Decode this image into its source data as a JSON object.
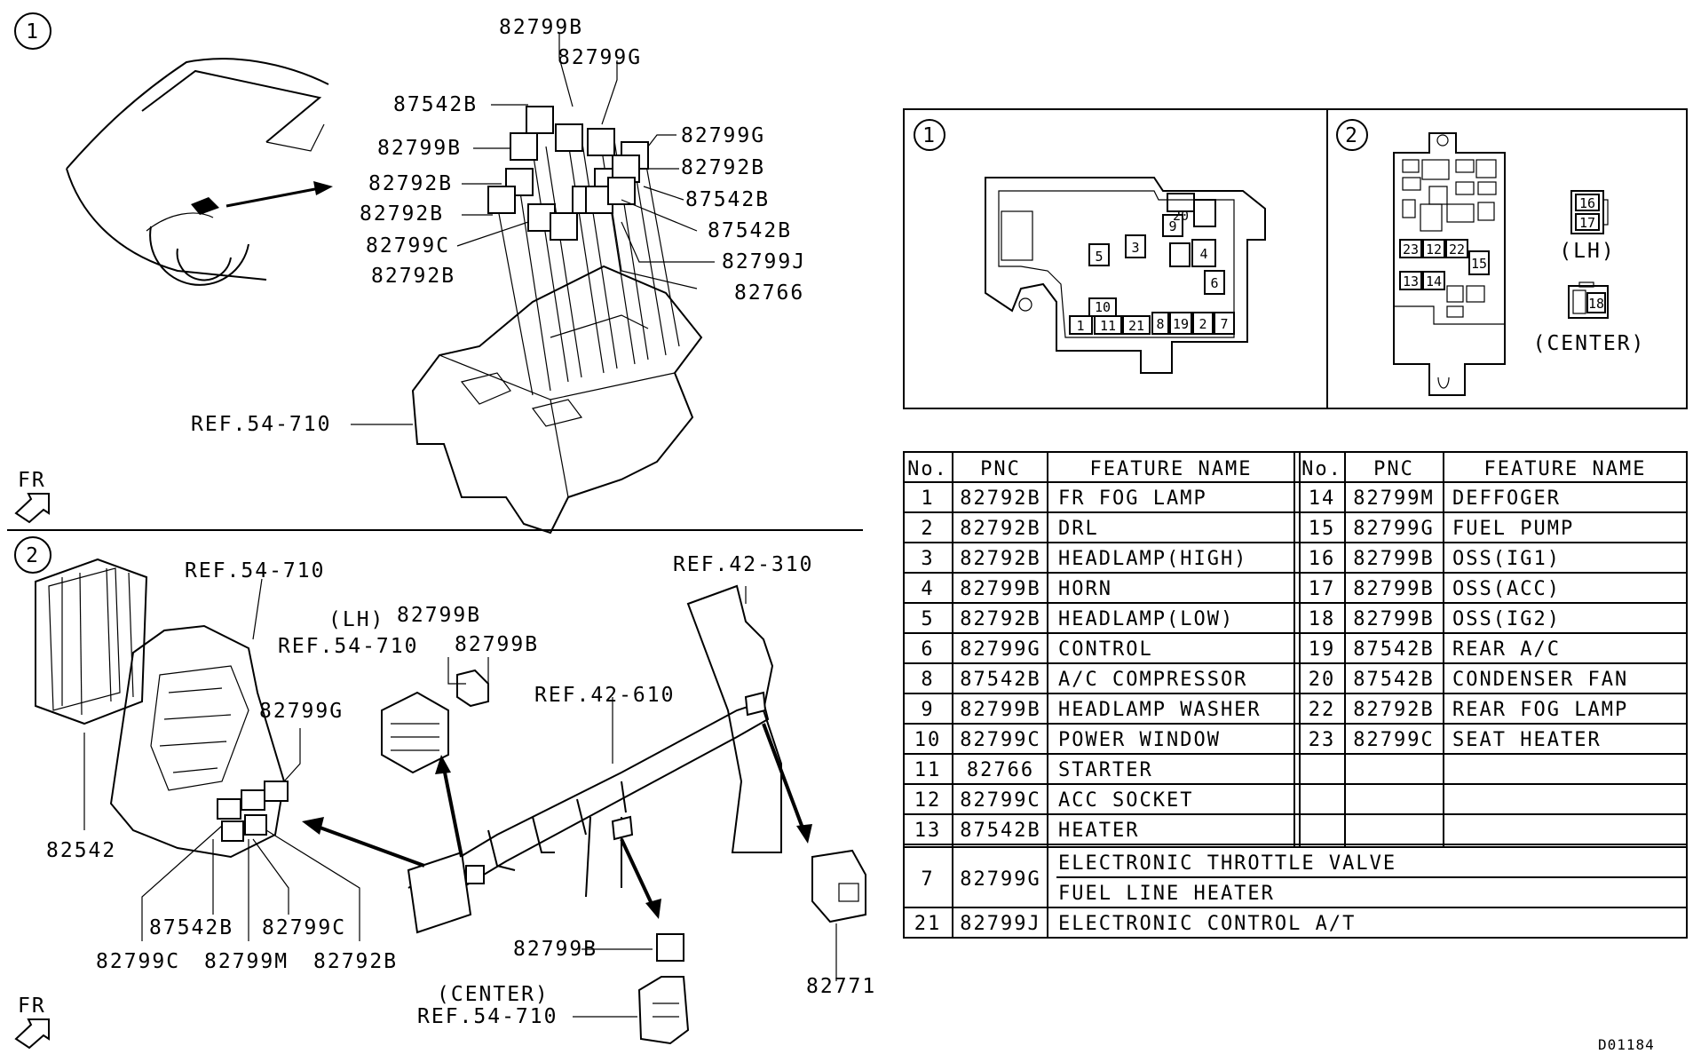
{
  "drawing_id": "D01184",
  "section1": {
    "circle": "1",
    "fr": "FR",
    "parts": [
      "82799B",
      "82799G",
      "87542B",
      "82799B",
      "82799G",
      "82792B",
      "82792B",
      "87542B",
      "82792B",
      "87542B",
      "82799C",
      "82799J",
      "82792B",
      "82766"
    ],
    "ref": "REF.54-710"
  },
  "section2": {
    "circle": "2",
    "fr": "FR",
    "ref_a": "REF.54-710",
    "ref_b": "REF.54-710",
    "ref_c": "REF.42-310",
    "ref_d": "REF.42-610",
    "ref_e": "REF.54-710",
    "lh": "(LH)",
    "center": "(CENTER)",
    "parts": {
      "p82542": "82542",
      "p82799g": "82799G",
      "p82799b_lh": "82799B",
      "p82799b_lh2": "82799B",
      "p87542b": "87542B",
      "p82799c_a": "82799C",
      "p82799c_b": "82799C",
      "p82799m": "82799M",
      "p82792b": "82792B",
      "p82799b_c": "82799B",
      "p82771": "82771"
    }
  },
  "detail1": {
    "circle": "1",
    "slots": [
      "20",
      "9",
      "5",
      "3",
      "4",
      "6",
      "10",
      "1",
      "11",
      "21",
      "8",
      "19",
      "2",
      "7"
    ]
  },
  "detail2": {
    "circle": "2",
    "slots": [
      "23",
      "12",
      "22",
      "15",
      "13",
      "14"
    ],
    "lh_slots": [
      "16",
      "17"
    ],
    "lh": "(LH)",
    "center_slot": "18",
    "center": "(CENTER)"
  },
  "table": {
    "headers": [
      "No.",
      "PNC",
      "FEATURE NAME",
      "No.",
      "PNC",
      "FEATURE NAME"
    ],
    "left": [
      [
        "1",
        "82792B",
        "FR FOG LAMP"
      ],
      [
        "2",
        "82792B",
        "DRL"
      ],
      [
        "3",
        "82792B",
        "HEADLAMP(HIGH)"
      ],
      [
        "4",
        "82799B",
        "HORN"
      ],
      [
        "5",
        "82792B",
        "HEADLAMP(LOW)"
      ],
      [
        "6",
        "82799G",
        "CONTROL"
      ],
      [
        "8",
        "87542B",
        "A/C COMPRESSOR"
      ],
      [
        "9",
        "82799B",
        "HEADLAMP WASHER"
      ],
      [
        "10",
        "82799C",
        "POWER WINDOW"
      ],
      [
        "11",
        "82766",
        "STARTER"
      ],
      [
        "12",
        "82799C",
        "ACC SOCKET"
      ],
      [
        "13",
        "87542B",
        "HEATER"
      ]
    ],
    "right": [
      [
        "14",
        "82799M",
        "DEFFOGER"
      ],
      [
        "15",
        "82799G",
        "FUEL PUMP"
      ],
      [
        "16",
        "82799B",
        "OSS(IG1)"
      ],
      [
        "17",
        "82799B",
        "OSS(ACC)"
      ],
      [
        "18",
        "82799B",
        "OSS(IG2)"
      ],
      [
        "19",
        "87542B",
        "REAR A/C"
      ],
      [
        "20",
        "87542B",
        "CONDENSER FAN"
      ],
      [
        "22",
        "82792B",
        "REAR FOG LAMP"
      ],
      [
        "23",
        "82799C",
        "SEAT HEATER"
      ]
    ],
    "row7": {
      "no": "7",
      "pnc": "82799G",
      "feature_a": "ELECTRONIC THROTTLE VALVE",
      "feature_b": "FUEL LINE HEATER"
    },
    "row21": {
      "no": "21",
      "pnc": "82799J",
      "feature": "ELECTRONIC CONTROL A/T"
    }
  }
}
